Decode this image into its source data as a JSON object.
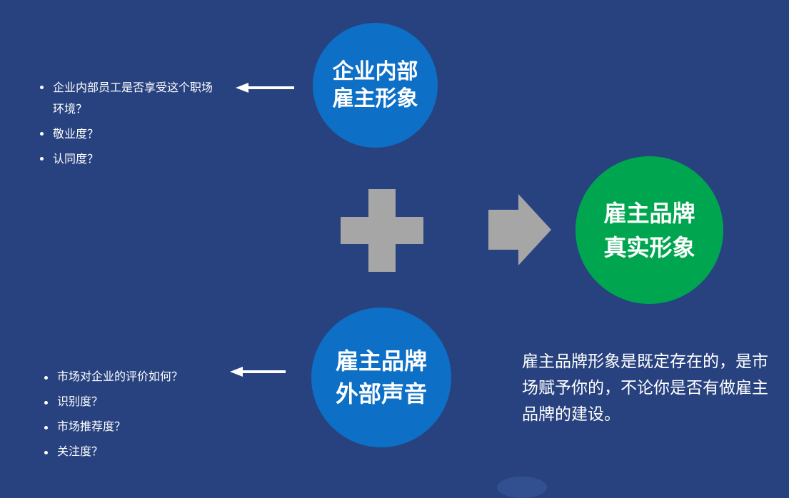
{
  "internal_circle": {
    "line1": "企业内部",
    "line2": "雇主形象",
    "color": "#0d6fc5"
  },
  "external_circle": {
    "line1": "雇主品牌",
    "line2": "外部声音",
    "color": "#0d6fc5"
  },
  "result_circle": {
    "line1": "雇主品牌",
    "line2": "真实形象",
    "color": "#00a64f"
  },
  "internal_questions": [
    "企业内部员工是否享受这个职场环境？",
    "敬业度？",
    "认同度？"
  ],
  "external_questions": [
    "市场对企业的评价如何？",
    "识别度？",
    "市场推荐度？",
    "关注度？"
  ],
  "statement": "雇主品牌形象是既定存在的，是市场赋予你的，不论你是否有做雇主品牌的建设。",
  "icons": {
    "plus": "plus-icon",
    "arrow_right": "arrow-right-icon",
    "arrow_left": "arrow-left-icon"
  },
  "colors": {
    "background": "#27427f",
    "plus": "#a6a6a6",
    "arrow": "#a6a6a6"
  }
}
